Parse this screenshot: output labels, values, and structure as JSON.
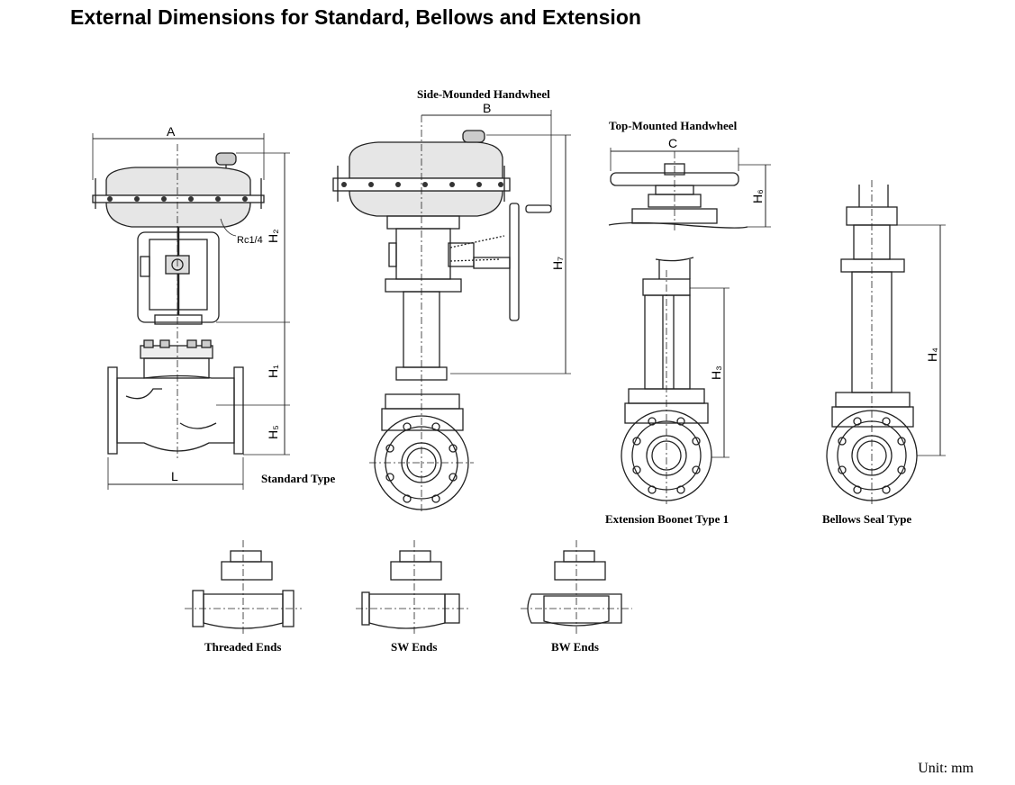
{
  "page": {
    "title": "External Dimensions for Standard, Bellows and Extension",
    "unit_note": "Unit: mm"
  },
  "captions": {
    "standard": "Standard Type",
    "side_handwheel": "Side-Mounded Handwheel",
    "top_handwheel": "Top-Mounted Handwheel",
    "extension": "Extension Boonet Type 1",
    "bellows": "Bellows Seal  Type",
    "threaded": "Threaded Ends",
    "sw": "SW Ends",
    "bw": "BW Ends"
  },
  "dimensions": {
    "A": "A",
    "B": "B",
    "C": "C",
    "L": "L",
    "H1": "H₁",
    "H2": "H₂",
    "H3": "H₃",
    "H4": "H₄",
    "H5": "H₅",
    "H6": "H₆",
    "H7": "H₇",
    "port": "Rc1/4"
  }
}
